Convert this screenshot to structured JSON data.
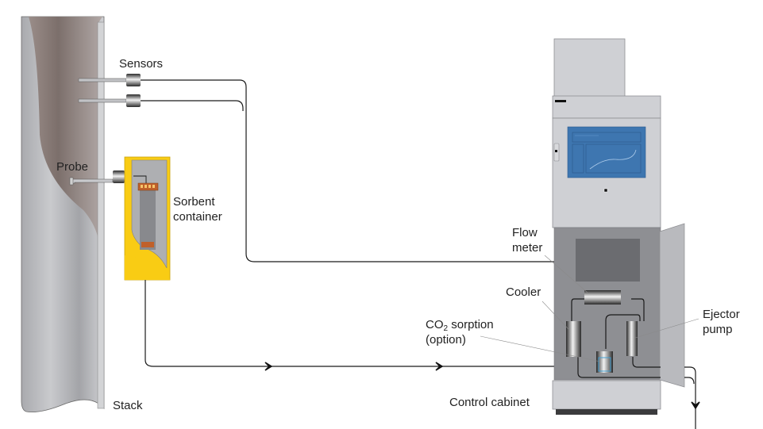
{
  "labels": {
    "sensors": "Sensors",
    "probe": "Probe",
    "sorbent_line1": "Sorbent",
    "sorbent_line2": "container",
    "stack": "Stack",
    "flow_line1": "Flow",
    "flow_line2": "meter",
    "cooler": "Cooler",
    "co2_prefix": "CO",
    "co2_sub": "2",
    "co2_suffix": " sorption",
    "co2_line2": "(option)",
    "ejector_line1": "Ejector",
    "ejector_line2": "pump",
    "cabinet": "Control cabinet"
  },
  "colors": {
    "stack_gray": "#b8b9bd",
    "stack_inner": "#8f827f",
    "sorbent_yellow": "#f9cc14",
    "screen_blue": "#3e76b0",
    "cabinet_light": "#cfd0d4",
    "cabinet_dark": "#8e8f93",
    "flowmeter_box": "#6b6c70",
    "line": "#1a1a1a"
  },
  "icons": {
    "flow_arrow": "chevron-right",
    "exhaust_arrow": "chevron-down"
  }
}
